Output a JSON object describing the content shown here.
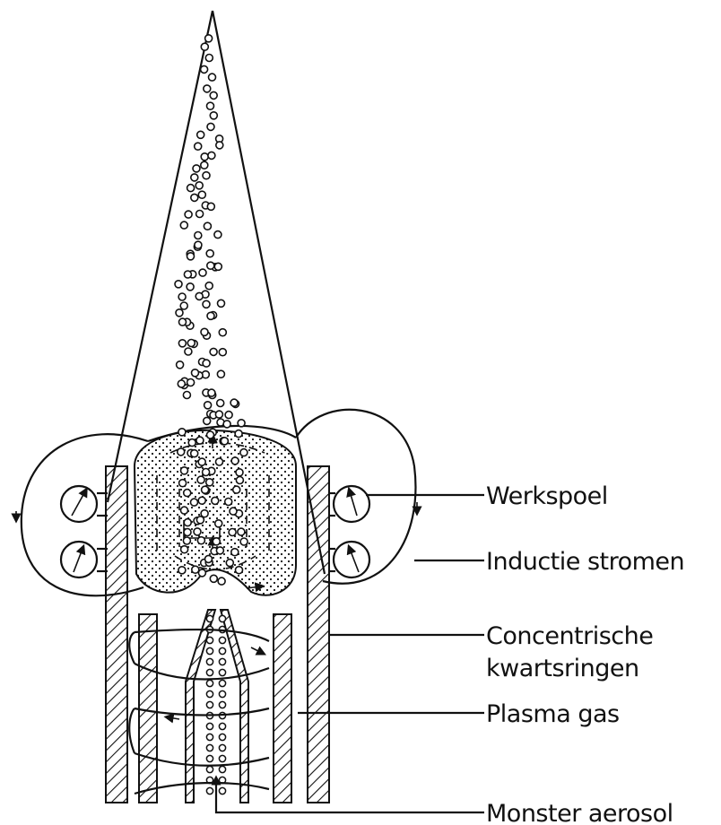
{
  "labels": {
    "werkspoel": "Werkspoel",
    "inductie_stromen": "Inductie stromen",
    "concentrische": "Concentrische",
    "kwartsringen": "kwartsringen",
    "plasma_gas": "Plasma gas",
    "monster_aerosol": "Monster aerosol"
  },
  "colors": {
    "ink": "#111111",
    "background": "#ffffff"
  }
}
